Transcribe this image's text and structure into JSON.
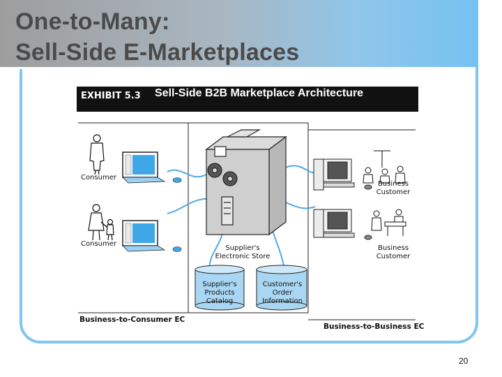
{
  "slide": {
    "title_line1": "One-to-Many:",
    "title_line2": "Sell-Side E-Marketplaces",
    "page_number": "20"
  },
  "exhibit": {
    "number": "EXHIBIT 5.3",
    "title": "Sell-Side B2B Marketplace Architecture"
  },
  "labels": {
    "consumer_1": "Consumer",
    "consumer_2": "Consumer",
    "business_customer_1": "Business Customer",
    "business_customer_2": "Business Customer",
    "store": "Supplier's Electronic Store",
    "catalog": "Supplier's Products Catalog",
    "order_info": "Customer's Order Information",
    "b2c": "Business-to-Consumer EC",
    "b2b": "Business-to-Business EC"
  },
  "colors": {
    "frame": "#7ec6f0",
    "monitor_screen": "#3ea7e8",
    "database": "#a9d7f3",
    "connector": "#4fa9e6"
  }
}
